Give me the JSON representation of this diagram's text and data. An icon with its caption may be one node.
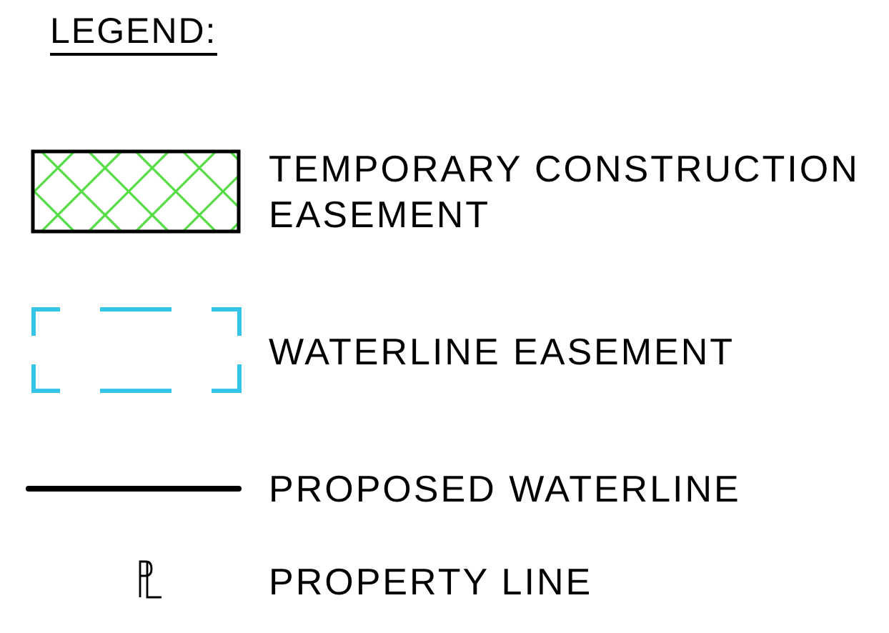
{
  "diagram": {
    "title": "LEGEND:",
    "legend": [
      {
        "text": "TEMPORARY CONSTRUCTION EASEMENT"
      },
      {
        "text": "WATERLINE EASEMENT"
      },
      {
        "text": "PROPOSED WATERLINE"
      },
      {
        "text": "PROPERTY LINE"
      }
    ]
  }
}
